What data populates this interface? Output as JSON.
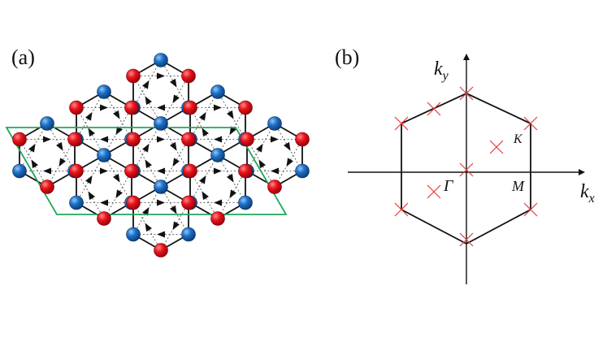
{
  "panels": {
    "a": {
      "label": "(a)"
    },
    "b": {
      "label": "(b)"
    }
  },
  "lattice": {
    "site_colors": {
      "red": "#e8141c",
      "blue": "#1e6fc4"
    },
    "unit_cell_color": "#1ea85a",
    "bond_color": "#111111",
    "hopping_line_color": "#444444"
  },
  "brillouin_zone": {
    "axis_x_label": "k_x",
    "axis_y_label": "k_y",
    "points": {
      "gamma": "Γ",
      "K": "K",
      "M": "M"
    },
    "marker_color": "#e83a3a"
  }
}
